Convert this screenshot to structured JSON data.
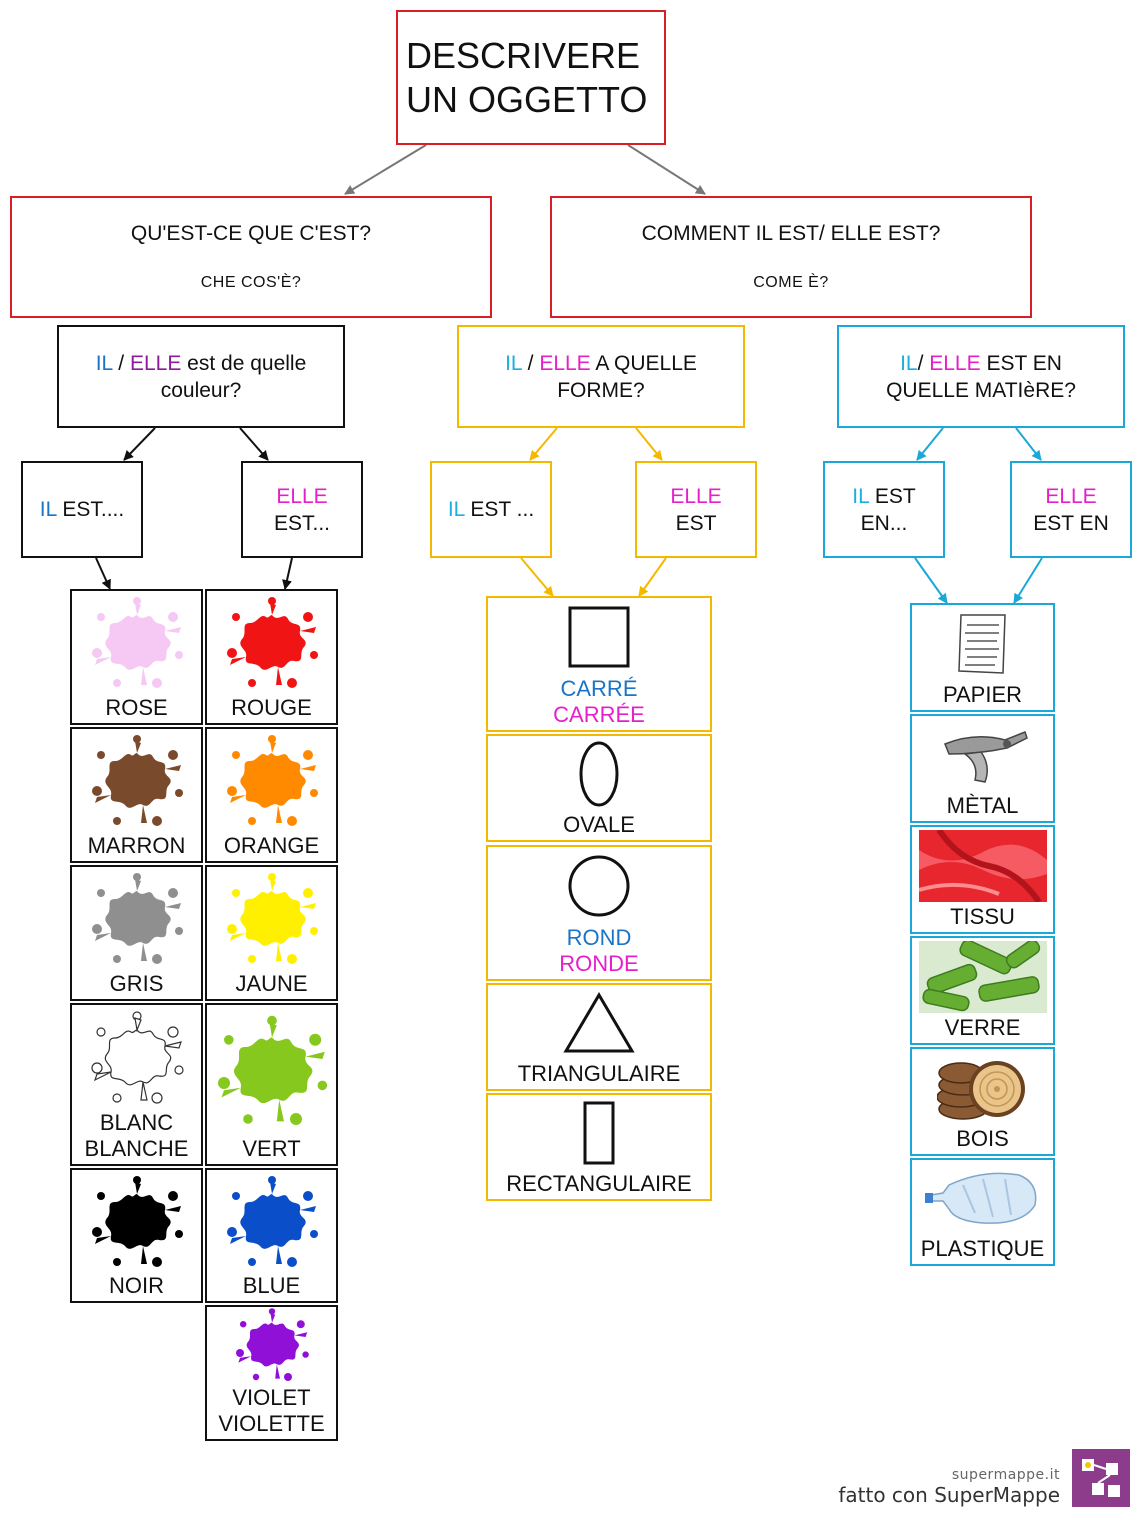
{
  "root": {
    "line1": "DESCRIVERE",
    "line2": "UN OGGETTO"
  },
  "question1": {
    "fr": "QU'EST-CE QUE C'EST?",
    "it": "CHE  COS'È?"
  },
  "question2": {
    "fr": "COMMENT IL EST/ ELLE EST?",
    "it": "COME  È?"
  },
  "colour_question": {
    "il": "IL",
    "sep": " / ",
    "elle": "ELLE",
    "rest1": " est de quelle",
    "rest2": "couleur?"
  },
  "shape_question": {
    "il": "IL",
    "sep": " / ",
    "elle": "ELLE",
    "rest1": " A QUELLE",
    "rest2": "FORME?"
  },
  "material_question": {
    "il": "IL",
    "sep": "/ ",
    "elle": "ELLE",
    "rest1": " EST EN",
    "rest2": "QUELLE MATIèRE?"
  },
  "colour_il": {
    "il": "IL",
    "rest": " EST...."
  },
  "colour_elle": {
    "elle": "ELLE",
    "rest": "EST..."
  },
  "shape_il": {
    "il": "IL",
    "rest": " EST ..."
  },
  "shape_elle": {
    "elle": "ELLE",
    "rest": "EST"
  },
  "material_il": {
    "il": "IL",
    "rest": " EST",
    "line2": "EN..."
  },
  "material_elle": {
    "elle": "ELLE",
    "rest": "EST EN"
  },
  "colours_left": [
    {
      "label": "ROSE",
      "color": "#f6c8f4"
    },
    {
      "label": "MARRON",
      "color": "#7a4a2c"
    },
    {
      "label": "GRIS",
      "color": "#8f8f8f"
    },
    {
      "label1": "BLANC",
      "label2": "BLANCHE",
      "color": "#ffffff"
    },
    {
      "label": "NOIR",
      "color": "#000000"
    }
  ],
  "colours_right": [
    {
      "label": "ROUGE",
      "color": "#f01414"
    },
    {
      "label": "ORANGE",
      "color": "#ff8a00"
    },
    {
      "label": "JAUNE",
      "color": "#fff000"
    },
    {
      "label": "VERT",
      "color": "#86c81e"
    },
    {
      "label": "BLUE",
      "color": "#0a4fc9"
    },
    {
      "label1": "VIOLET",
      "label2": "VIOLETTE",
      "color": "#9010d8"
    }
  ],
  "shapes": [
    {
      "icon": "square-icon",
      "label1": "CARRÉ",
      "label2": "CARRÉE"
    },
    {
      "icon": "oval-icon",
      "label": "OVALE"
    },
    {
      "icon": "circle-icon",
      "label1": "ROND",
      "label2": "RONDE"
    },
    {
      "icon": "triangle-icon",
      "label": "TRIANGULAIRE"
    },
    {
      "icon": "rectangle-icon",
      "label": "RECTANGULAIRE"
    }
  ],
  "materials": [
    {
      "icon": "paper-icon",
      "label": "PAPIER"
    },
    {
      "icon": "hole-punch-icon",
      "label": "MÈTAL"
    },
    {
      "icon": "red-fabric-icon",
      "label": "TISSU"
    },
    {
      "icon": "green-glass-icon",
      "label": "VERRE"
    },
    {
      "icon": "wood-log-icon",
      "label": "BOIS"
    },
    {
      "icon": "plastic-bottle-icon",
      "label": "PLASTIQUE"
    }
  ],
  "footer": {
    "site": "supermappe.it",
    "credit": "fatto con SuperMappe"
  }
}
